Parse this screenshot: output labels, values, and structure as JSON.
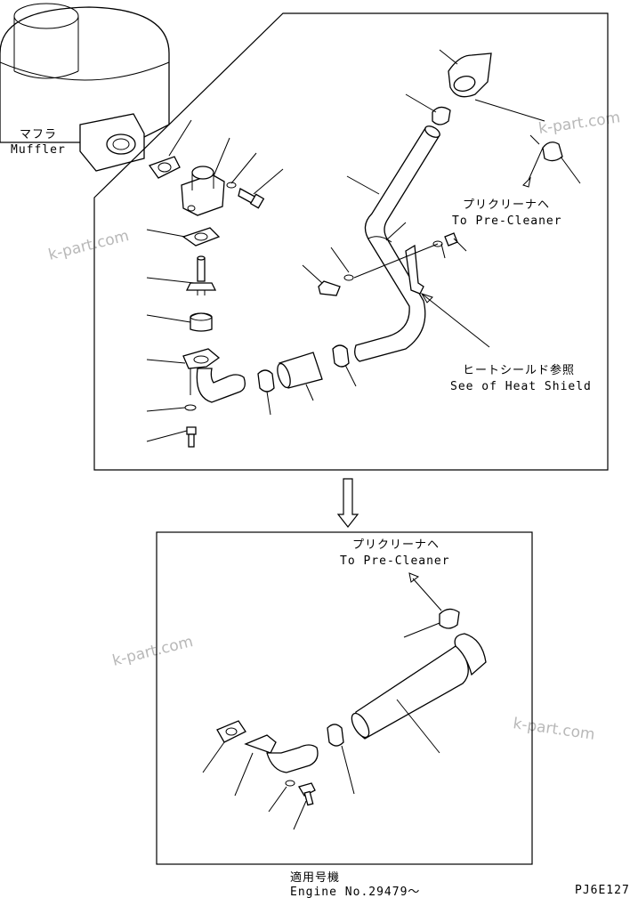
{
  "labels": {
    "muffler_jp": "マフラ",
    "muffler_en": "Muffler",
    "pre_cleaner_jp_top": "プリクリーナヘ",
    "pre_cleaner_en_top": "To Pre-Cleaner",
    "heat_shield_jp": "ヒートシールド参照",
    "heat_shield_en": "See of Heat Shield",
    "pre_cleaner_jp_bottom": "プリクリーナヘ",
    "pre_cleaner_en_bottom": "To Pre-Cleaner",
    "applicable_jp": "適用号機",
    "engine_no": "Engine No.29479～",
    "drawing_code": "PJ6E127"
  },
  "watermarks": [
    "k-part.com",
    "k-part.com",
    "k-part.com",
    "k-part.com"
  ]
}
